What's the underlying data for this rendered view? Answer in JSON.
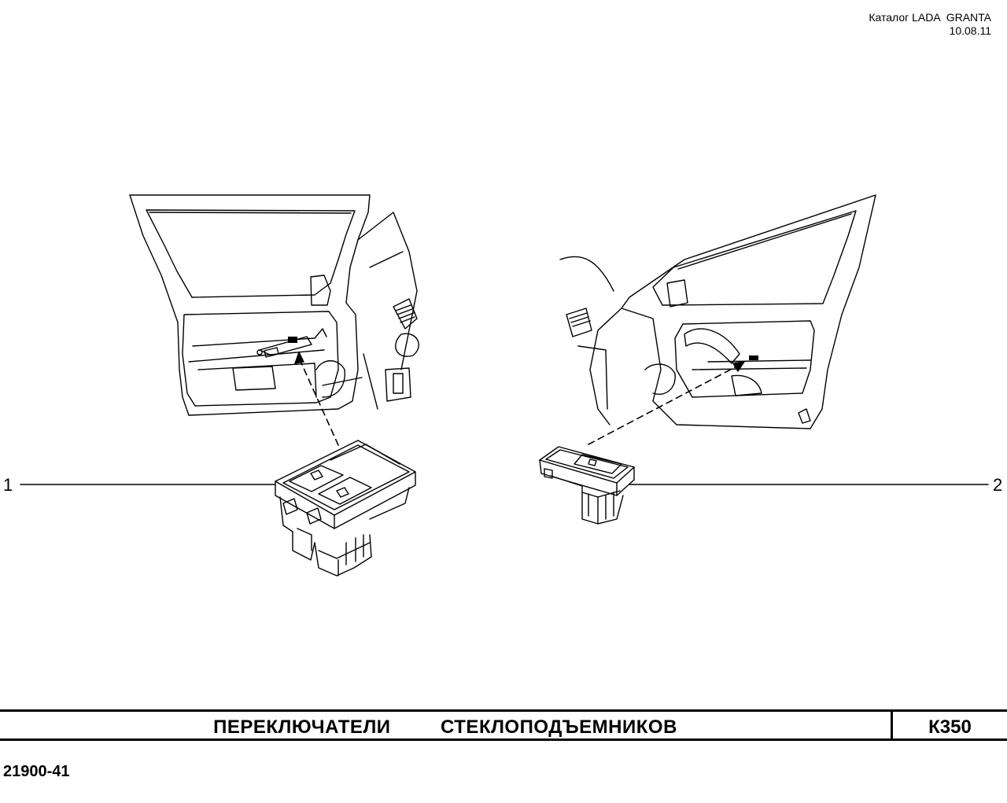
{
  "header": {
    "catalog": "Каталог LADA  GRANTA",
    "date": "10.08.11"
  },
  "callouts": [
    {
      "label": "1"
    },
    {
      "label": "2"
    }
  ],
  "title": {
    "text": "ПЕРЕКЛЮЧАТЕЛИ   СТЕКЛОПОДЪЕМНИКОВ",
    "code": "К350"
  },
  "footer": {
    "code": "21900-41"
  }
}
